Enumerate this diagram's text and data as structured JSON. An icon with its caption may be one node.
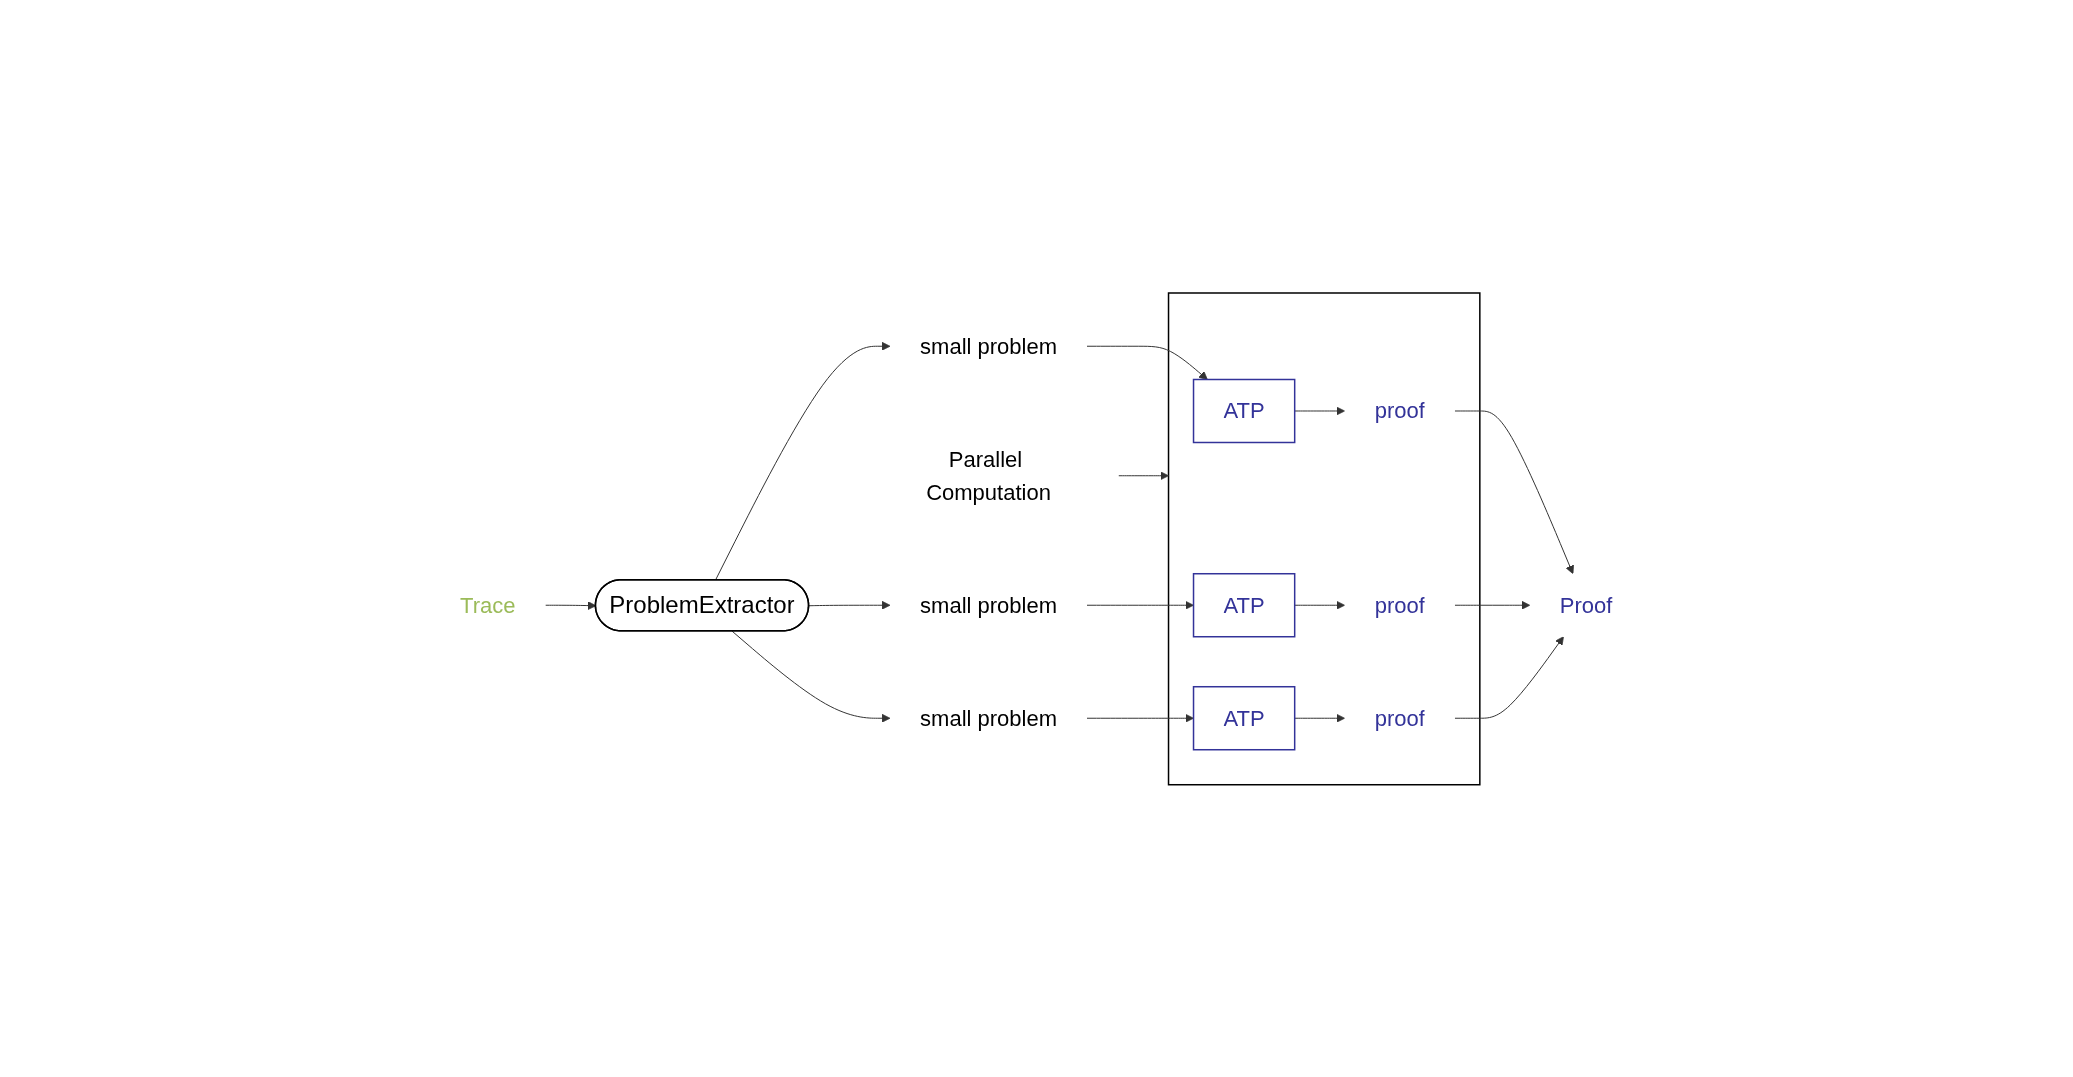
{
  "diagram": {
    "nodes": [
      {
        "text": [
          "Trace"
        ]
      },
      {
        "text": [
          "ProblemExtractor"
        ]
      },
      {
        "text": [
          "small problem"
        ]
      },
      {
        "text": [
          "small problem"
        ]
      },
      {
        "text": [
          "small problem"
        ]
      },
      {
        "text": [],
        "shape": "box"
      },
      {
        "text": [
          "ATP"
        ],
        "in": 5
      },
      {
        "text": [
          "ATP"
        ],
        "in": 5
      },
      {
        "text": [
          "ATP"
        ],
        "in": 5
      },
      {
        "text": [
          "proof"
        ],
        "in": 5
      },
      {
        "text": [
          "proof"
        ],
        "in": 5
      },
      {
        "text": [
          "proof"
        ],
        "in": 5
      },
      {
        "text": [
          "Parallel Computation"
        ]
      },
      {
        "text": [
          "Proof"
        ]
      }
    ],
    "edges": [
      {
        "from": 0,
        "to": 1,
        "arrow": "to"
      },
      {
        "from": 1,
        "to": 2,
        "arrow": "to"
      },
      {
        "from": 1,
        "to": 3,
        "arrow": "to"
      },
      {
        "from": 1,
        "to": 4,
        "arrow": "to"
      },
      {
        "from": 2,
        "to": 8,
        "arrow": "to"
      },
      {
        "from": 3,
        "to": 7,
        "arrow": "to"
      },
      {
        "from": 4,
        "to": 6,
        "arrow": "to"
      },
      {
        "from": 6,
        "to": 9,
        "arrow": "to"
      },
      {
        "from": 7,
        "to": 10,
        "arrow": "to"
      },
      {
        "from": 8,
        "to": 11,
        "arrow": "to"
      },
      {
        "from": 12,
        "to": 5,
        "arrow": "to"
      },
      {
        "from": 9,
        "to": 13,
        "arrow": "to"
      },
      {
        "from": 10,
        "to": 13,
        "arrow": "to"
      },
      {
        "from": 11,
        "to": 13,
        "arrow": "to"
      }
    ]
  }
}
